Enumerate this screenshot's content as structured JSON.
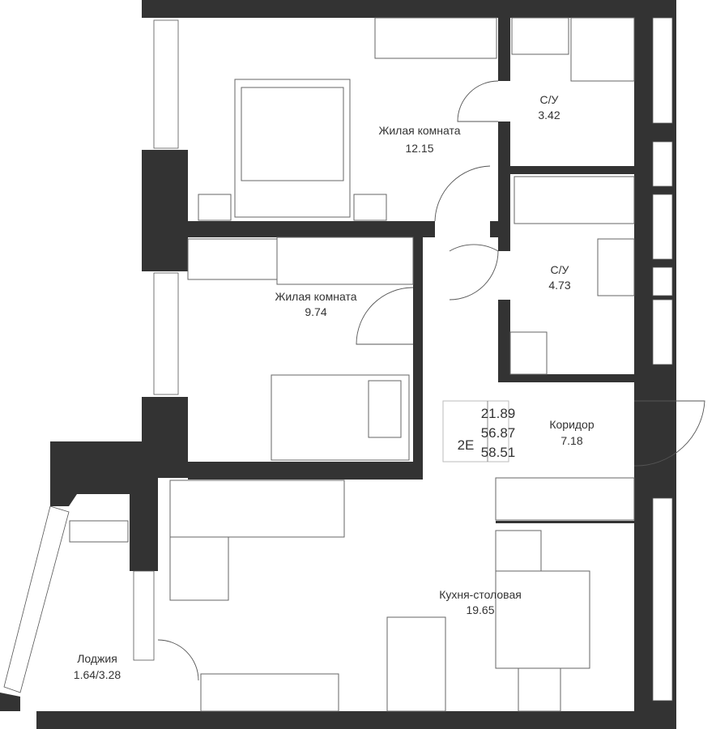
{
  "rooms": [
    {
      "name": "Жилая комната",
      "area": "12.15"
    },
    {
      "name": "С/У",
      "area": "3.42"
    },
    {
      "name": "С/У",
      "area": "4.73"
    },
    {
      "name": "Жилая комната",
      "area": "9.74"
    },
    {
      "name": "Коридор",
      "area": "7.18"
    },
    {
      "name": "Кухня-столовая",
      "area": "19.65"
    },
    {
      "name": "Лоджия",
      "area": "1.64/3.28"
    }
  ],
  "info_box": {
    "type": "2E",
    "living_area": "21.89",
    "total_area": "56.87",
    "total_area_with_loggia": "58.51"
  },
  "colors": {
    "wall": "#333333",
    "line": "#666666"
  }
}
